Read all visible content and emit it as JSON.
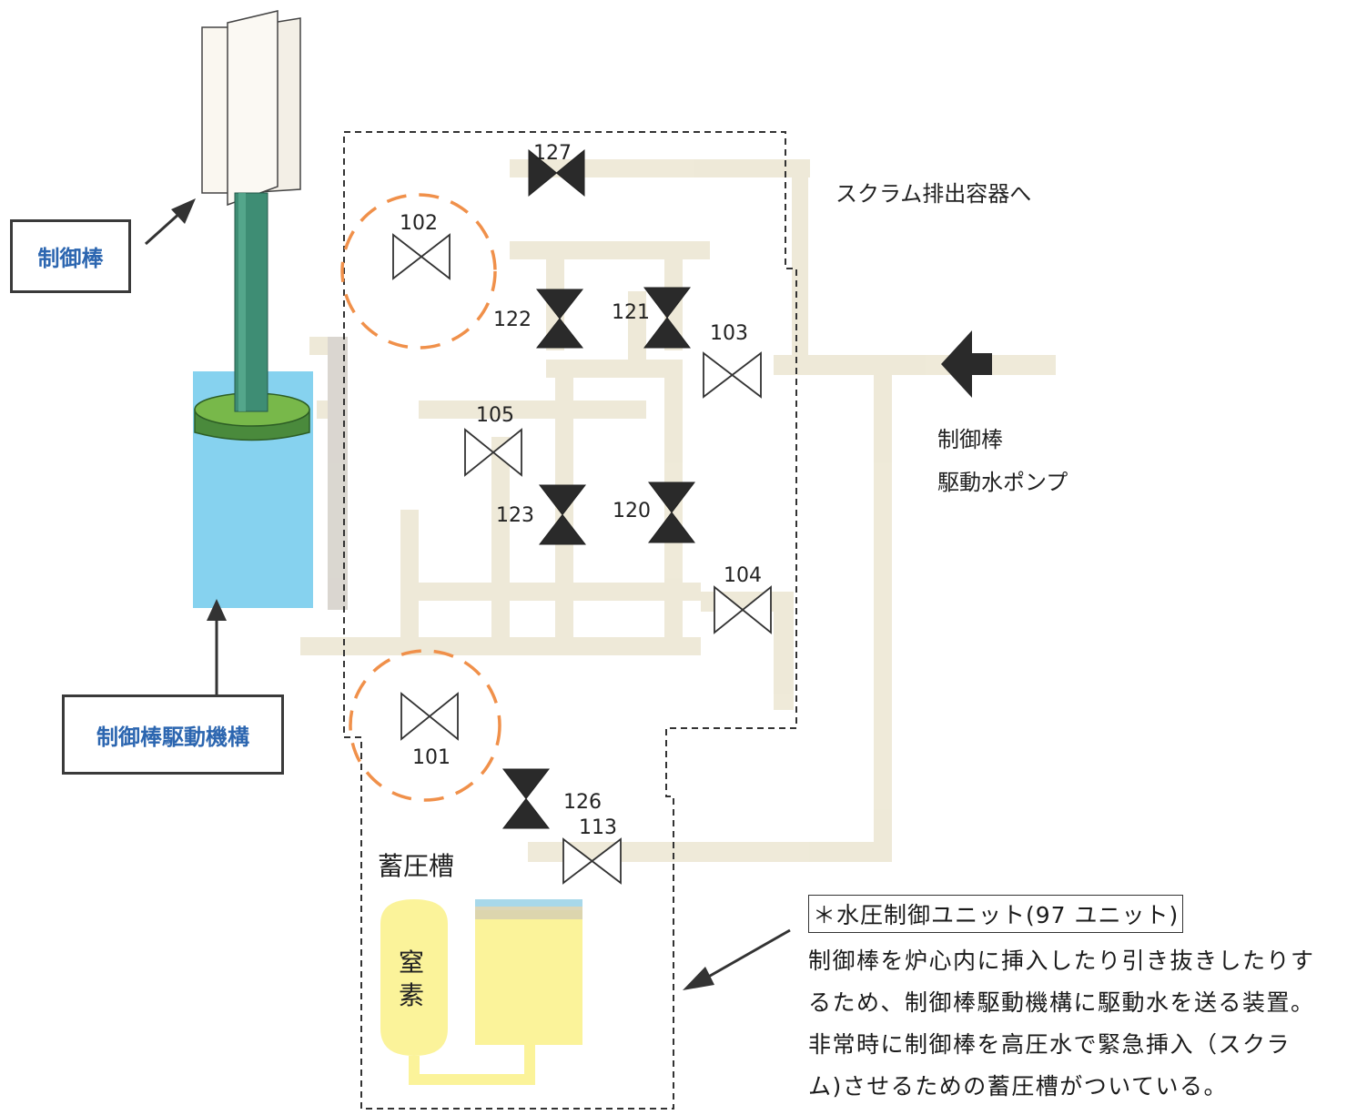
{
  "labels": {
    "control_rod": "制御棒",
    "control_rod_drive": "制御棒駆動機構",
    "to_scram_tank": "スクラム排出容器へ",
    "pump_line1": "制御棒",
    "pump_line2": "駆動水ポンプ",
    "accumulator": "蓄圧槽",
    "nitrogen": "窒\n素"
  },
  "valves": {
    "v127": "127",
    "v102": "102",
    "v122": "122",
    "v121": "121",
    "v103": "103",
    "v105": "105",
    "v123": "123",
    "v120": "120",
    "v104": "104",
    "v101": "101",
    "v126": "126",
    "v113": "113"
  },
  "description": {
    "title": "＊水圧制御ユニット(97 ユニット)",
    "lines": [
      "制御棒を炉心内に挿入したり引き抜きしたりす",
      "るため、制御棒駆動機構に駆動水を送る装置。",
      "非常時に制御棒を高圧水で緊急挿入（スクラ",
      "ム)させるための蓄圧槽がついている。"
    ]
  },
  "colors": {
    "pipe": "#ece6d2",
    "rod_green": "#3e8d74",
    "water_blue": "#7fd0ee",
    "highlight_orange": "#f0904a",
    "accumulator_yellow": "#fbf39a",
    "label_blue": "#2c66b0"
  }
}
